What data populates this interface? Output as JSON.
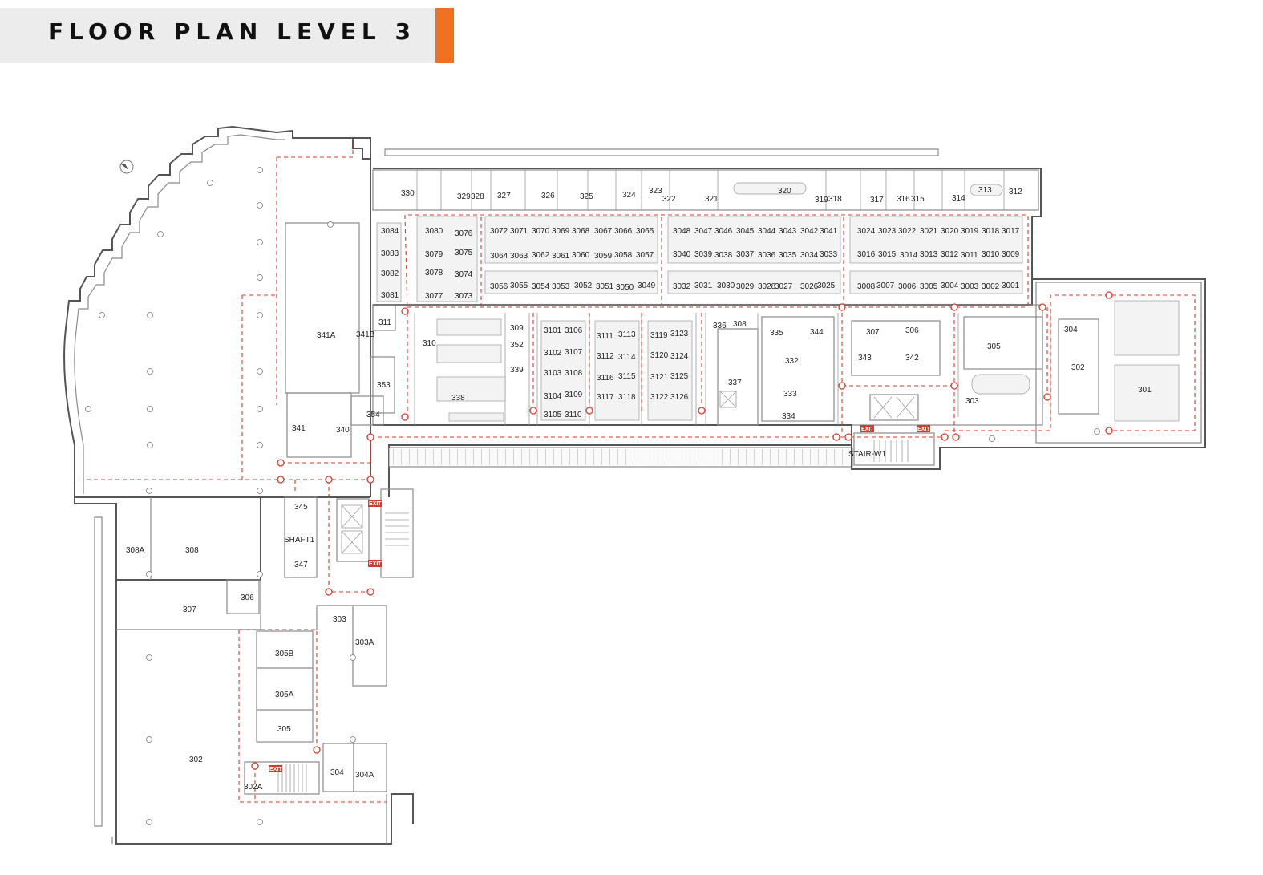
{
  "header": {
    "title": "FLOOR PLAN LEVEL 3",
    "accent_color": "#f07122",
    "bar_color": "#ececec"
  },
  "plan": {
    "route_color": "#d43b2a",
    "exit_sign_text": "EXIT",
    "rooms_west": [
      "341A",
      "341B",
      "311",
      "353",
      "354",
      "341",
      "340",
      "345",
      "SHAFT1",
      "347",
      "308A",
      "308",
      "306",
      "307",
      "303",
      "303A",
      "305B",
      "305A",
      "305",
      "302",
      "302A",
      "304",
      "304A"
    ],
    "rooms_north": [
      "330",
      "329",
      "328",
      "327",
      "326",
      "325",
      "324",
      "323",
      "322",
      "321",
      "320",
      "319",
      "318",
      "317",
      "316",
      "315",
      "314",
      "313",
      "312"
    ],
    "workstations_row1": [
      "3084",
      "3080",
      "3076",
      "3072",
      "3071",
      "3070",
      "3069",
      "3068",
      "3067",
      "3066",
      "3065",
      "3048",
      "3047",
      "3046",
      "3045",
      "3044",
      "3043",
      "3042",
      "3041",
      "3024",
      "3023",
      "3022",
      "3021",
      "3020",
      "3019",
      "3018",
      "3017"
    ],
    "workstations_row2": [
      "3083",
      "3079",
      "3075",
      "3064",
      "3063",
      "3062",
      "3061",
      "3060",
      "3059",
      "3058",
      "3057",
      "3040",
      "3039",
      "3038",
      "3037",
      "3036",
      "3035",
      "3034",
      "3033",
      "3016",
      "3015",
      "3014",
      "3013",
      "3012",
      "3011",
      "3010",
      "3009"
    ],
    "workstations_row3": [
      "3082",
      "3078",
      "3074",
      "3056",
      "3055",
      "3054",
      "3053",
      "3052",
      "3051",
      "3050",
      "3049",
      "3032",
      "3031",
      "3030",
      "3029",
      "3028",
      "3027",
      "3026",
      "3025",
      "3008",
      "3007",
      "3006",
      "3005",
      "3004",
      "3003",
      "3002",
      "3001"
    ],
    "workstations_row4": [
      "3081",
      "3077",
      "3073"
    ],
    "rooms_middle": [
      "310",
      "309",
      "352",
      "339",
      "338",
      "3101",
      "3106",
      "3102",
      "3107",
      "3103",
      "3108",
      "3104",
      "3109",
      "3105",
      "3110",
      "3111",
      "3113",
      "3112",
      "3114",
      "3116",
      "3115",
      "3117",
      "3118",
      "3119",
      "3123",
      "3120",
      "3124",
      "3121",
      "3125",
      "3122",
      "3126",
      "336",
      "308",
      "335",
      "344",
      "332",
      "337",
      "333",
      "334"
    ],
    "rooms_east": [
      "307",
      "306",
      "343",
      "342",
      "305",
      "303",
      "304",
      "302",
      "301",
      "STAIR-W1"
    ]
  }
}
